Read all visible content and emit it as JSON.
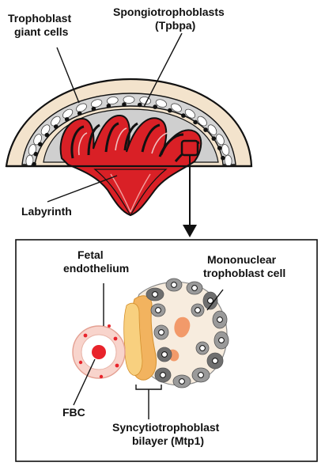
{
  "labels": {
    "trophoblast_giant_cells": [
      "Trophoblast",
      "giant cells"
    ],
    "spongiotrophoblasts": [
      "Spongiotrophoblasts",
      "(Tpbpa)"
    ],
    "labyrinth": "Labyrinth",
    "fetal_endothelium": [
      "Fetal",
      "endothelium"
    ],
    "mononuclear_trophoblast_cell": [
      "Mononuclear",
      "trophoblast cell"
    ],
    "fbc": "FBC",
    "syncytiotrophoblast_bilayer": [
      "Syncytiotrophoblast",
      "bilayer (Mtp1)"
    ]
  },
  "colors": {
    "labyrinth_red": "#d92026",
    "spongio_gray": "#c9c9c9",
    "giant_cell_ring": "#ffffff",
    "decidua_tan": "#f3e3cc",
    "endothelium_pink": "#f6c7bd",
    "fbc_red": "#e8232b",
    "syncytio_orange": "#f2b35f",
    "mononuclear_gray": "#8f8f8f",
    "outline": "#111111"
  }
}
